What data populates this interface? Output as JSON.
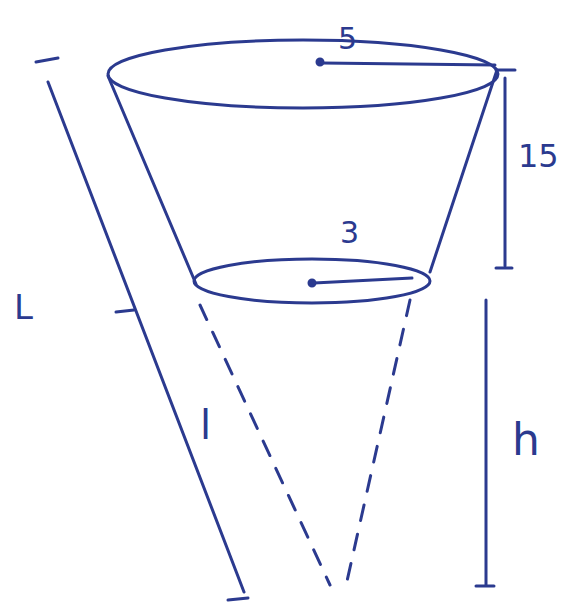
{
  "diagram": {
    "labels": [
      "5",
      "15",
      "3",
      "L",
      "l",
      "h"
    ]
  }
}
